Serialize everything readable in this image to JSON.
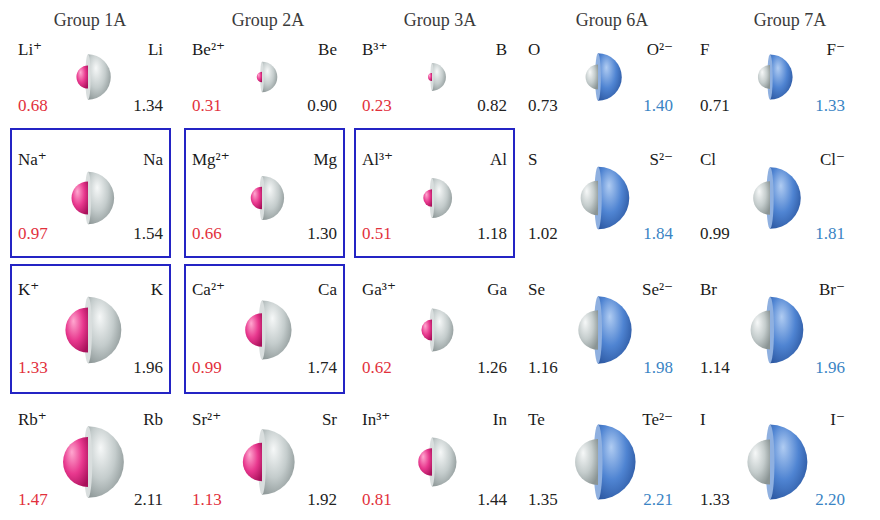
{
  "diagram": {
    "nodes": [
      {
        "text": [
          "Na⁺",
          "Na",
          "0.97",
          "1.54"
        ]
      },
      {
        "text": [
          "Mg²⁺",
          "Mg",
          "0.66",
          "1.30"
        ]
      },
      {
        "text": [
          "Al³⁺",
          "Al",
          "0.51",
          "1.18"
        ]
      },
      {
        "text": [
          "K⁺",
          "K",
          "1.33",
          "1.96"
        ]
      },
      {
        "text": [
          "Ca²⁺",
          "Ca",
          "0.99",
          "1.74"
        ]
      }
    ],
    "labels": [
      "Group 1A",
      "Group 2A",
      "Group 3A",
      "Group 6A",
      "Group 7A",
      "Li⁺",
      "Li",
      "0.68",
      "1.34",
      "Be²⁺",
      "Be",
      "0.31",
      "0.90",
      "B³⁺",
      "B",
      "0.23",
      "0.82",
      "O",
      "O²⁻",
      "0.73",
      "1.40",
      "F",
      "F⁻",
      "0.71",
      "1.33",
      "S",
      "S²⁻",
      "1.02",
      "1.84",
      "Cl",
      "Cl⁻",
      "0.99",
      "1.81",
      "Ga³⁺",
      "Ga",
      "0.62",
      "1.26",
      "Se",
      "Se²⁻",
      "1.16",
      "1.98",
      "Br",
      "Br⁻",
      "1.14",
      "1.96",
      "Rb⁺",
      "Rb",
      "1.47",
      "2.11",
      "Sr²⁺",
      "Sr",
      "1.13",
      "1.92",
      "In³⁺",
      "In",
      "0.81",
      "1.44",
      "Te",
      "Te²⁻",
      "1.35",
      "2.21",
      "I",
      "I⁻",
      "1.33",
      "2.20"
    ]
  }
}
